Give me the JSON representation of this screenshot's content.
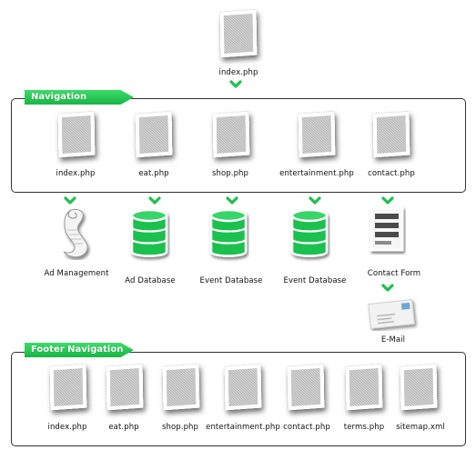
{
  "colors": {
    "accent": "#1ec04f",
    "border": "#333333"
  },
  "top": {
    "label": "index.php"
  },
  "navigation": {
    "title": "Navigation",
    "pages": [
      "index.php",
      "eat.php",
      "shop.php",
      "entertainment.php",
      "contact.php"
    ]
  },
  "middle": {
    "ad_management": "Ad Management",
    "ad_database": "Ad Database",
    "event_database_1": "Event Database",
    "event_database_2": "Event Database",
    "contact_form": "Contact Form",
    "email": "E-Mail"
  },
  "footer": {
    "title": "Footer Navigation",
    "pages": [
      "index.php",
      "eat.php",
      "shop.php",
      "entertainment.php",
      "contact.php",
      "terms.php",
      "sitemap.xml"
    ]
  }
}
